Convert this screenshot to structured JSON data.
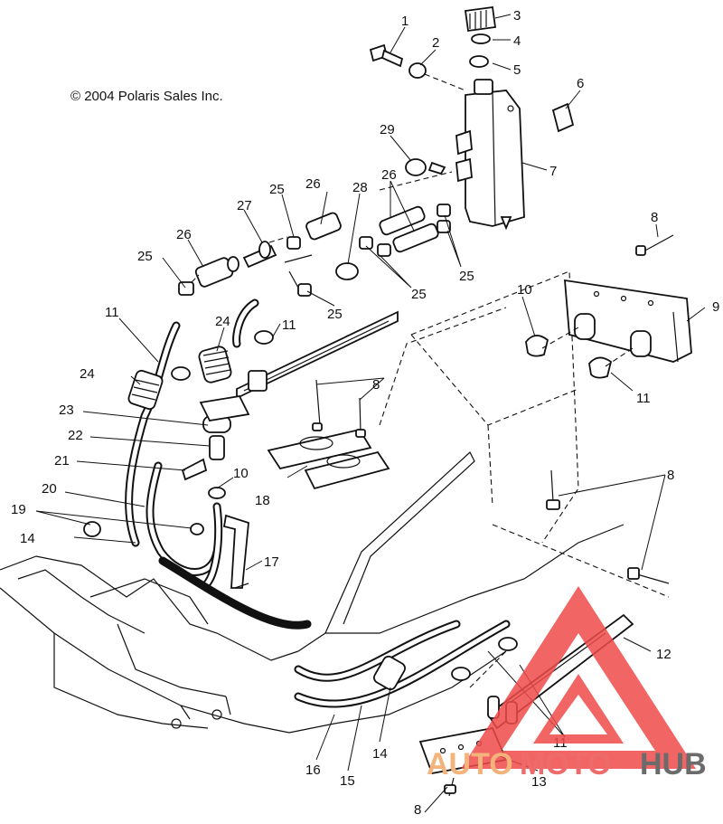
{
  "copyright": "© 2004 Polaris Sales Inc.",
  "watermark": {
    "part1": "AUTO",
    "part2": "MOTO",
    "part3": "HUB",
    "colors": {
      "triangle": "#ef4a4a",
      "auto": "#f3b37a",
      "moto": "#ef6a6a",
      "hub": "#6b6b6b"
    }
  },
  "callouts": {
    "c1": "1",
    "c2": "2",
    "c3": "3",
    "c4": "4",
    "c5": "5",
    "c6": "6",
    "c7": "7",
    "c8a": "8",
    "c8b": "8",
    "c8c": "8",
    "c8d": "8",
    "c9": "9",
    "c10a": "10",
    "c10b": "10",
    "c11a": "11",
    "c11b": "11",
    "c11c": "11",
    "c11d": "11",
    "c12": "12",
    "c13": "13",
    "c14a": "14",
    "c14b": "14",
    "c15": "15",
    "c16": "16",
    "c17": "17",
    "c18": "18",
    "c19": "19",
    "c20": "20",
    "c21": "21",
    "c22": "22",
    "c23": "23",
    "c24a": "24",
    "c24b": "24",
    "c25a": "25",
    "c25b": "25",
    "c25c": "25",
    "c25d": "25",
    "c25e": "25",
    "c26a": "26",
    "c26b": "26",
    "c26c": "26",
    "c27": "27",
    "c28": "28",
    "c29": "29"
  }
}
